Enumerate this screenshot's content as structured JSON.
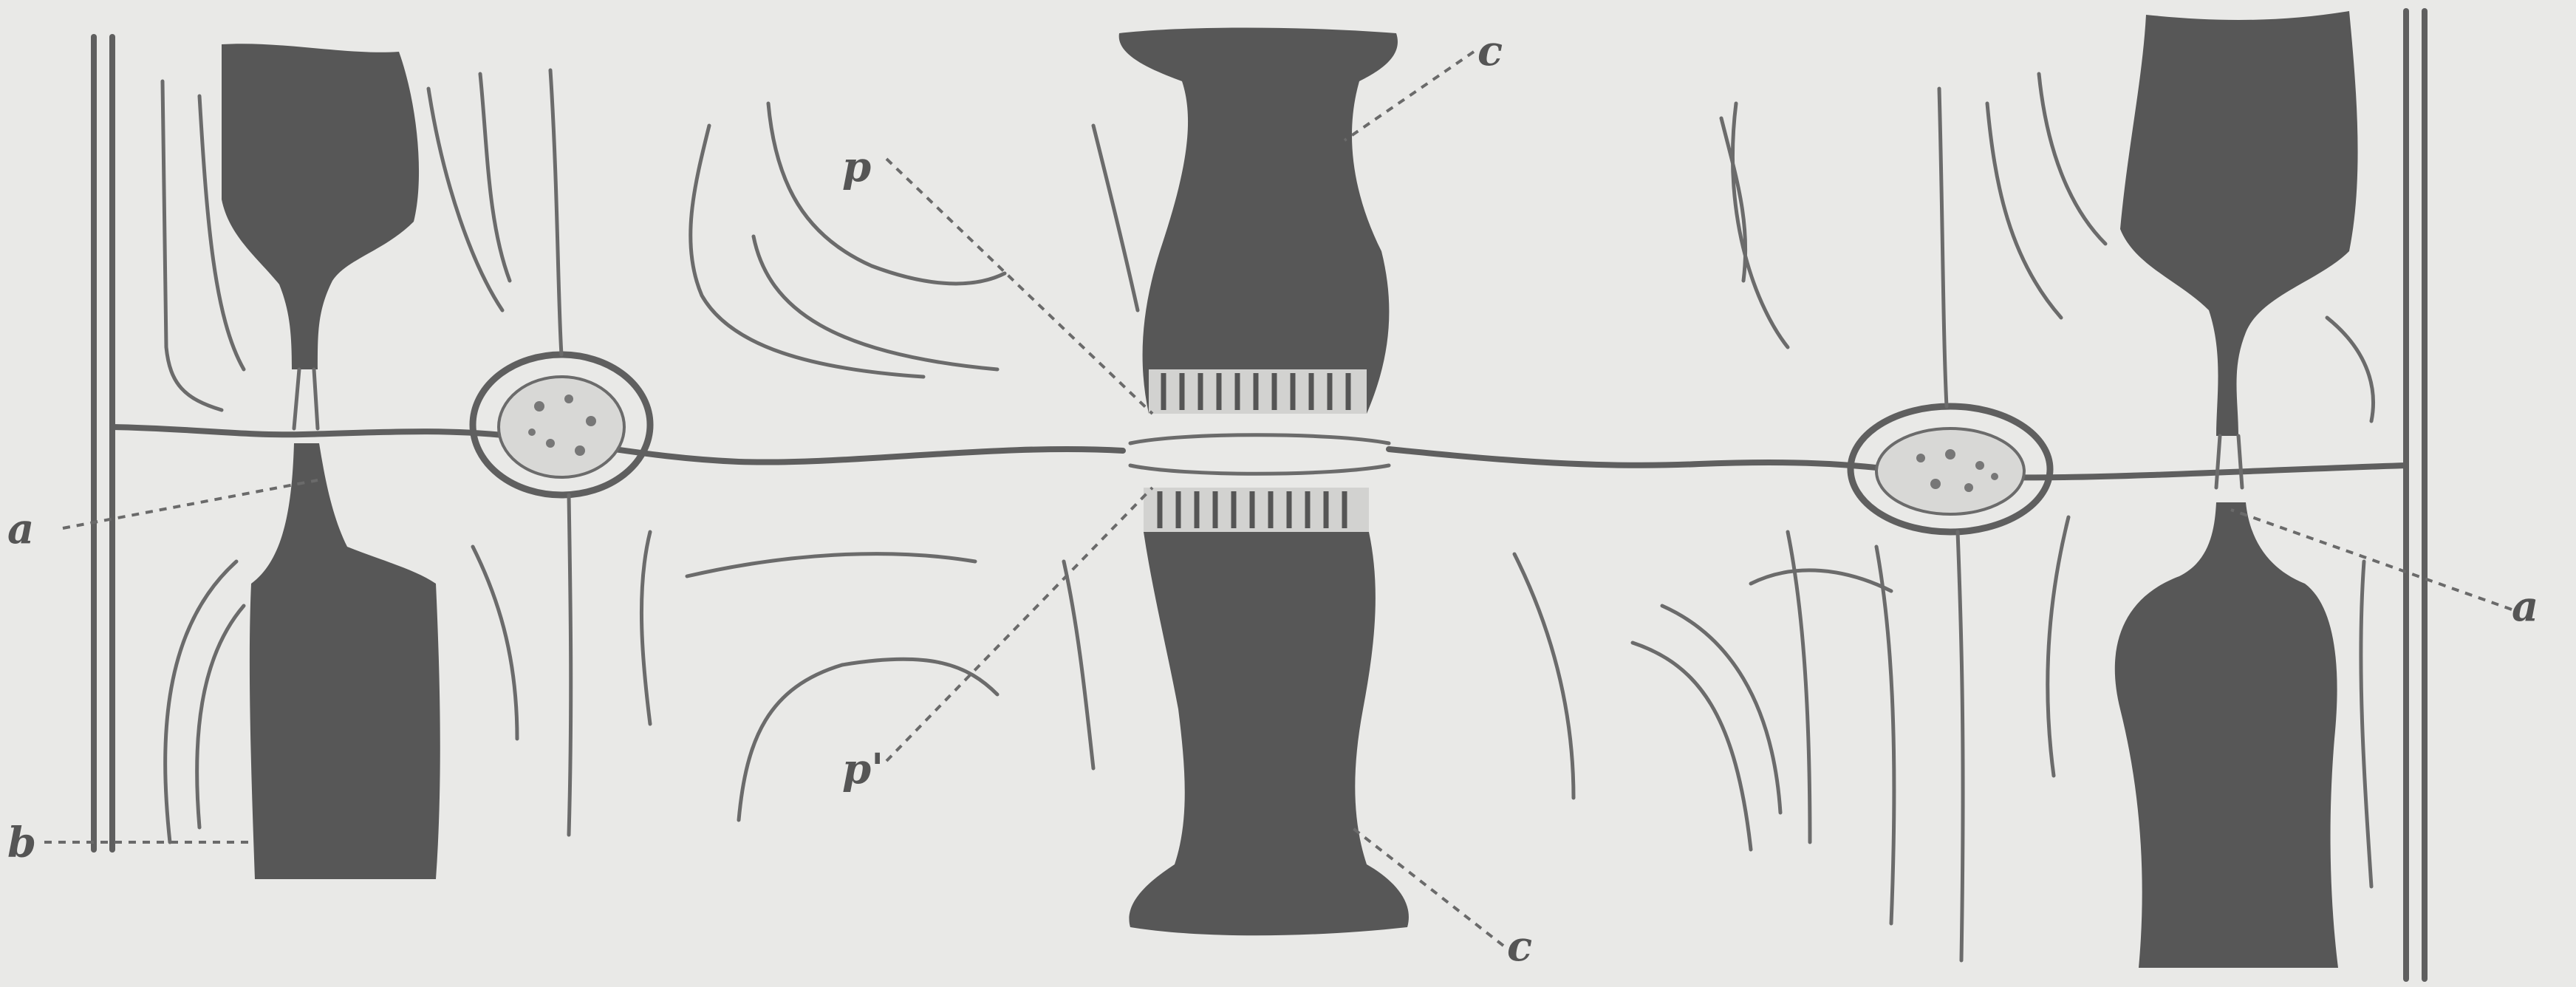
{
  "labels": {
    "a_left": "a",
    "a_right": "a",
    "b": "b",
    "c_top": "c",
    "c_bottom": "c",
    "p_top": "p",
    "p_bottom": "p'"
  },
  "colors": {
    "paper": "#e9e9e7",
    "ink": "#575757",
    "line": "#6b6b6b"
  }
}
